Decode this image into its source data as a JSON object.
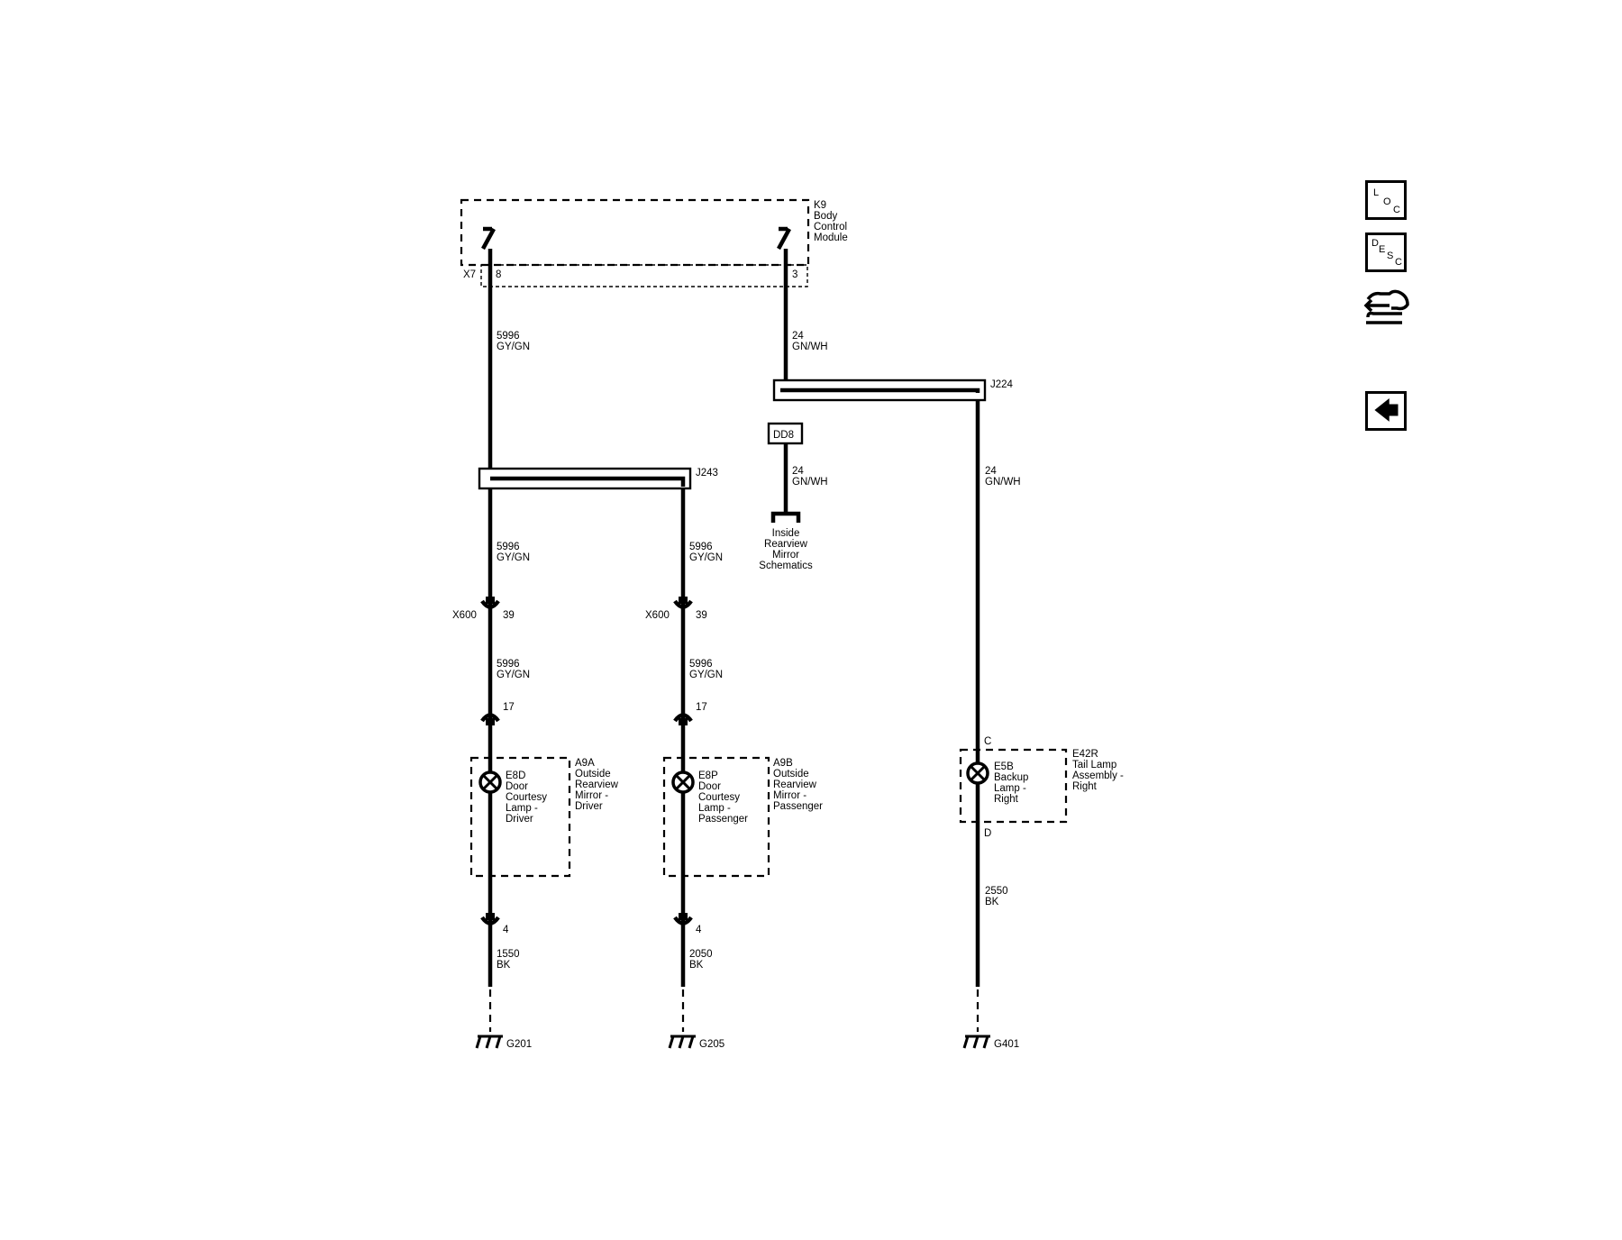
{
  "module": {
    "ref": "K9",
    "lines": [
      "Body",
      "Control",
      "Module"
    ]
  },
  "connectors": {
    "x7": "X7",
    "x600_left": "X600",
    "x600_mid": "X600"
  },
  "pins": {
    "k9_left": "8",
    "k9_right": "3",
    "x600_left": "39",
    "x600_mid": "39",
    "p17_left": "17",
    "p17_mid": "17",
    "p4_left": "4",
    "p4_mid": "4",
    "tail_c": "C",
    "tail_d": "D"
  },
  "splices": {
    "j243": "J243",
    "j224": "J224"
  },
  "inline_connector": "DD8",
  "wires": {
    "w5996_top": [
      "5996",
      "GY/GN"
    ],
    "w24_top": [
      "24",
      "GN/WH"
    ],
    "w24_mirror": [
      "24",
      "GN/WH"
    ],
    "w24_right": [
      "24",
      "GN/WH"
    ],
    "w5996_l2": [
      "5996",
      "GY/GN"
    ],
    "w5996_m2": [
      "5996",
      "GY/GN"
    ],
    "w5996_l3": [
      "5996",
      "GY/GN"
    ],
    "w5996_m3": [
      "5996",
      "GY/GN"
    ],
    "w1550": [
      "1550",
      "BK"
    ],
    "w2050": [
      "2050",
      "BK"
    ],
    "w2550": [
      "2550",
      "BK"
    ]
  },
  "reference": {
    "lines": [
      "Inside",
      "Rearview",
      "Mirror",
      "Schematics"
    ]
  },
  "lamps": {
    "e8d": [
      "E8D",
      "Door",
      "Courtesy",
      "Lamp -",
      "Driver"
    ],
    "e8p": [
      "E8P",
      "Door",
      "Courtesy",
      "Lamp -",
      "Passenger"
    ],
    "e5b": [
      "E5B",
      "Backup",
      "Lamp -",
      "Right"
    ]
  },
  "assemblies": {
    "a9a": [
      "A9A",
      "Outside",
      "Rearview",
      "Mirror -",
      "Driver"
    ],
    "a9b": [
      "A9B",
      "Outside",
      "Rearview",
      "Mirror -",
      "Passenger"
    ],
    "e42r": [
      "E42R",
      "Tail Lamp",
      "Assembly -",
      "Right"
    ]
  },
  "grounds": {
    "g201": "G201",
    "g205": "G205",
    "g401": "G401"
  },
  "side_icons": {
    "loc": {
      "letters": [
        "L",
        "O",
        "C"
      ],
      "icon": "location-icon"
    },
    "desc": {
      "letters": [
        "D",
        "E",
        "S",
        "C"
      ],
      "icon": "description-icon"
    },
    "nav": {
      "icon": "navigation-hand-icon"
    },
    "back": {
      "glyph": "🡄",
      "icon": "back-arrow-icon"
    }
  }
}
